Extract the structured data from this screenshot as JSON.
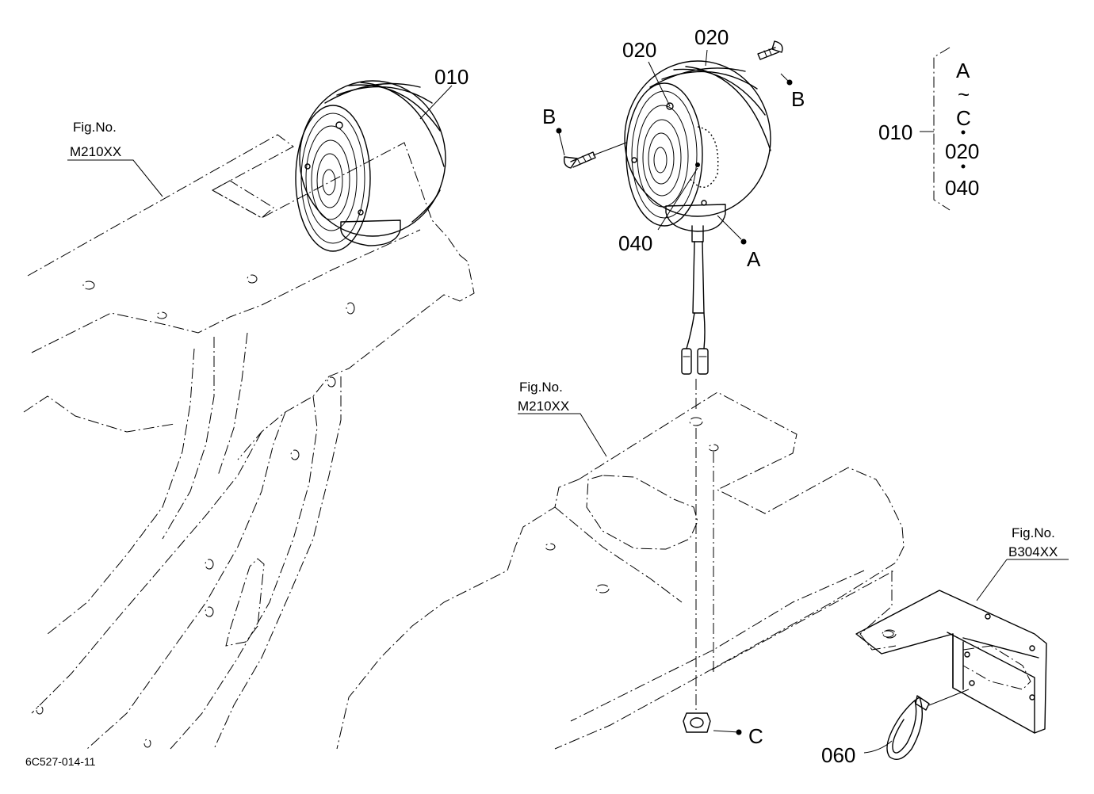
{
  "diagram": {
    "drawing_code": "6C527-014-11",
    "fig_refs": {
      "left": {
        "prefix": "Fig.No.",
        "number": "M210XX"
      },
      "center": {
        "prefix": "Fig.No.",
        "number": "M210XX"
      },
      "right": {
        "prefix": "Fig.No.",
        "number": "B304XX"
      }
    },
    "part_labels": {
      "lamp_left": "010",
      "screw_top": "020",
      "lens_rim": "020",
      "bulb": "040",
      "clamp": "060"
    },
    "point_labels": {
      "b_left": "B",
      "b_right": "B",
      "a": "A",
      "c": "C"
    },
    "assembly_legend": {
      "main": "010",
      "from": "A",
      "tilde": "~",
      "to": "C",
      "item1": "020",
      "item2": "040"
    }
  }
}
